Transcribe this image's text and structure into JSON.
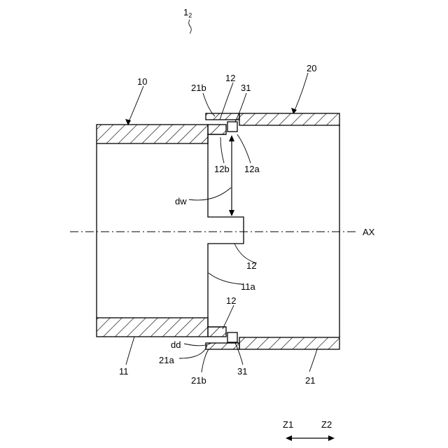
{
  "figure_id": {
    "main": "1",
    "sub": "2"
  },
  "labels": {
    "part_10": "10",
    "part_20": "20",
    "part_21b_top": "21b",
    "part_12_top": "12",
    "part_31_top": "31",
    "part_12b": "12b",
    "part_12a": "12a",
    "dw": "dw",
    "axis": "AX",
    "part_12_mid": "12",
    "part_11a": "11a",
    "part_12_bottom": "12",
    "dd": "dd",
    "part_21a": "21a",
    "part_11": "11",
    "part_21b_bottom": "21b",
    "part_31_bottom": "31",
    "part_21": "21",
    "z1": "Z1",
    "z2": "Z2"
  },
  "colors": {
    "stroke": "#000000",
    "background": "#ffffff"
  }
}
